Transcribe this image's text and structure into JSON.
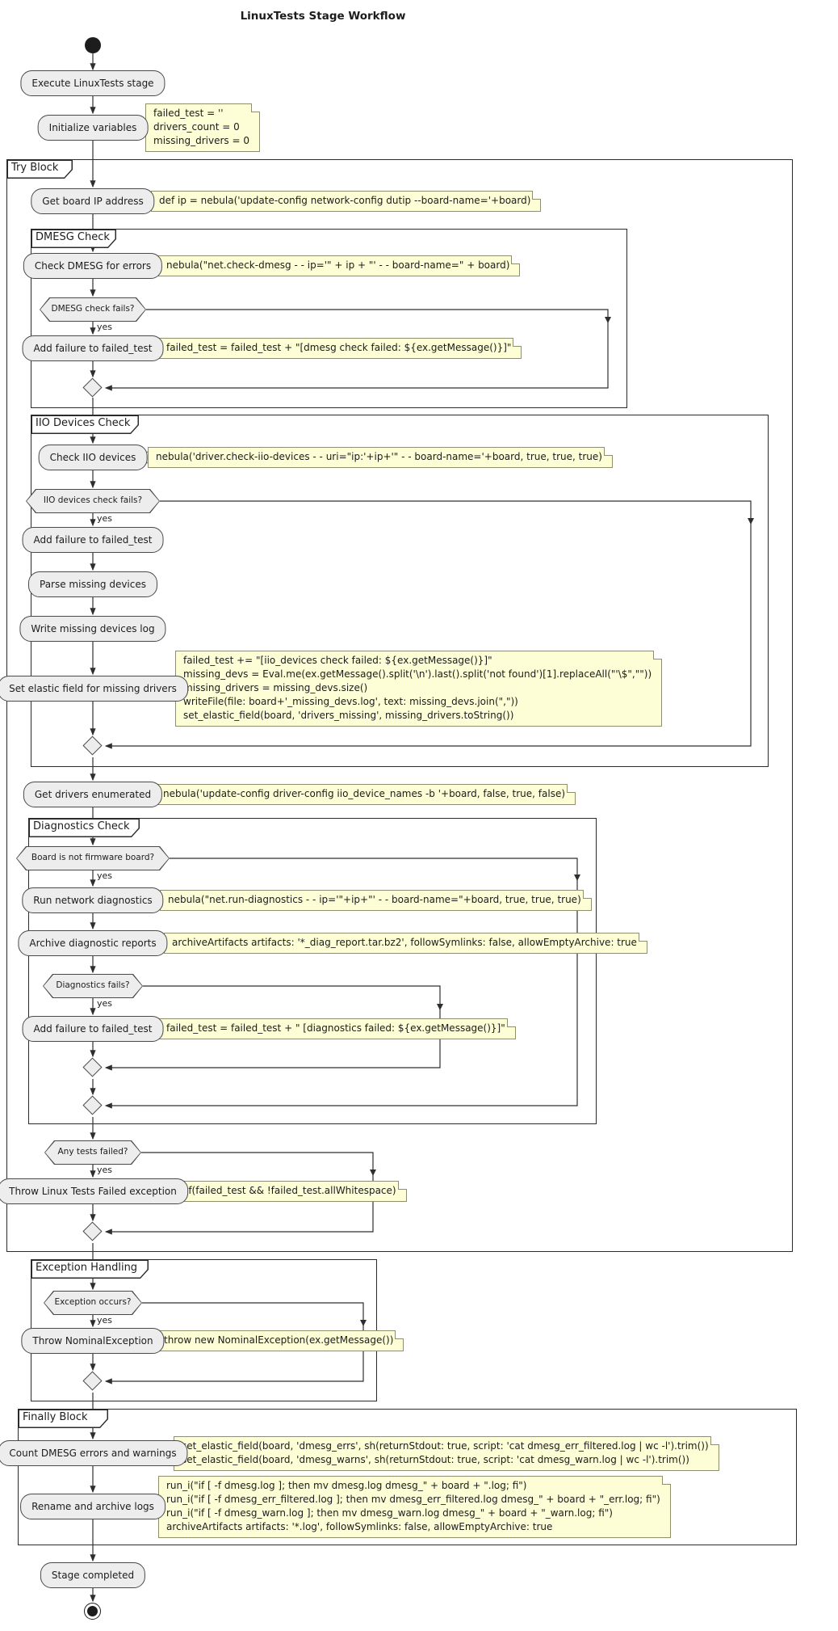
{
  "title": "LinuxTests Stage Workflow",
  "labels": {
    "yes": "yes"
  },
  "colors": {
    "activity_fill": "#ededed",
    "activity_border": "#4a4a4a",
    "note_fill": "#fdfdd6",
    "note_border": "#8f8f69",
    "edge": "#2e2e2e",
    "partition_border": "#2b2b2b"
  },
  "partitions": [
    {
      "label": "Try Block"
    },
    {
      "label": "DMESG Check"
    },
    {
      "label": "IIO Devices Check"
    },
    {
      "label": "Diagnostics Check"
    },
    {
      "label": "Exception Handling"
    },
    {
      "label": "Finally Block"
    }
  ],
  "activities": [
    {
      "label": "Execute LinuxTests stage"
    },
    {
      "label": "Initialize variables"
    },
    {
      "label": "Get board IP address"
    },
    {
      "label": "Check DMESG for errors"
    },
    {
      "label": "Add failure to failed_test"
    },
    {
      "label": "Check IIO devices"
    },
    {
      "label": "Add failure to failed_test"
    },
    {
      "label": "Parse missing devices"
    },
    {
      "label": "Write missing devices log"
    },
    {
      "label": "Set elastic field for missing drivers"
    },
    {
      "label": "Get drivers enumerated"
    },
    {
      "label": "Run network diagnostics"
    },
    {
      "label": "Archive diagnostic reports"
    },
    {
      "label": "Add failure to failed_test"
    },
    {
      "label": "Throw Linux Tests Failed exception"
    },
    {
      "label": "Throw NominalException"
    },
    {
      "label": "Count DMESG errors and warnings"
    },
    {
      "label": "Rename and archive logs"
    },
    {
      "label": "Stage completed"
    }
  ],
  "decisions": [
    {
      "label": "DMESG check fails?"
    },
    {
      "label": "IIO devices check fails?"
    },
    {
      "label": "Board is not firmware board?"
    },
    {
      "label": "Diagnostics fails?"
    },
    {
      "label": "Any tests failed?"
    },
    {
      "label": "Exception occurs?"
    }
  ],
  "notes": [
    {
      "lines": [
        "failed_test = ''",
        "drivers_count = 0",
        "missing_drivers = 0"
      ]
    },
    {
      "lines": [
        "def ip = nebula('update-config network-config dutip --board-name='+board)"
      ]
    },
    {
      "lines": [
        "nebula(\"net.check-dmesg - - ip='\" + ip + \"' - - board-name=\" + board)"
      ]
    },
    {
      "lines": [
        "failed_test = failed_test + \"[dmesg check failed: ${ex.getMessage()}]\""
      ]
    },
    {
      "lines": [
        "nebula('driver.check-iio-devices - - uri=\"ip:'+ip+'\" - - board-name='+board, true, true, true)"
      ]
    },
    {
      "lines": [
        "failed_test += \"[iio_devices check failed: ${ex.getMessage()}]\"",
        "missing_devs = Eval.me(ex.getMessage().split('\\n').last().split('not found')[1].replaceAll(\"'\\$\",\"\"))",
        "missing_drivers = missing_devs.size()",
        "writeFile(file: board+'_missing_devs.log', text: missing_devs.join(\",\"))",
        "set_elastic_field(board, 'drivers_missing', missing_drivers.toString())"
      ]
    },
    {
      "lines": [
        "nebula('update-config driver-config iio_device_names -b '+board, false, true, false)"
      ]
    },
    {
      "lines": [
        "nebula(\"net.run-diagnostics - - ip='\"+ip+\"' - - board-name=\"+board, true, true, true)"
      ]
    },
    {
      "lines": [
        "archiveArtifacts artifacts: '*_diag_report.tar.bz2', followSymlinks: false, allowEmptyArchive: true"
      ]
    },
    {
      "lines": [
        "failed_test = failed_test + \" [diagnostics failed: ${ex.getMessage()}]\""
      ]
    },
    {
      "lines": [
        "if(failed_test && !failed_test.allWhitespace)"
      ]
    },
    {
      "lines": [
        "throw new NominalException(ex.getMessage())"
      ]
    },
    {
      "lines": [
        "set_elastic_field(board, 'dmesg_errs', sh(returnStdout: true, script: 'cat dmesg_err_filtered.log | wc -l').trim())",
        "set_elastic_field(board, 'dmesg_warns', sh(returnStdout: true, script: 'cat dmesg_warn.log | wc -l').trim())"
      ]
    },
    {
      "lines": [
        "run_i(\"if [ -f dmesg.log ]; then mv dmesg.log dmesg_\" + board + \".log; fi\")",
        "run_i(\"if [ -f dmesg_err_filtered.log ]; then mv dmesg_err_filtered.log dmesg_\" + board + \"_err.log; fi\")",
        "run_i(\"if [ -f dmesg_warn.log ]; then mv dmesg_warn.log dmesg_\" + board + \"_warn.log; fi\")",
        "archiveArtifacts artifacts: '*.log', followSymlinks: false, allowEmptyArchive: true"
      ]
    }
  ]
}
